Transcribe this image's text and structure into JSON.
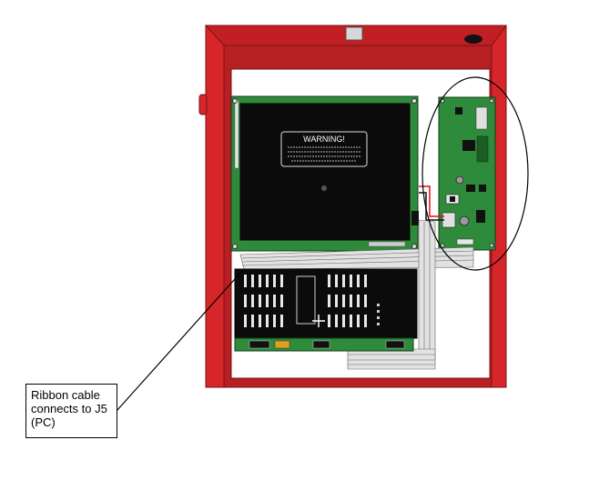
{
  "warning_label": {
    "title": "WARNING!"
  },
  "callout": {
    "text": "Ribbon cable connects to J5 (PC)"
  },
  "colors": {
    "cabinet_red": "#d7262a",
    "cabinet_dark_red": "#a91d22",
    "board_green": "#2f8b3c",
    "board_dark_green": "#1e6a2c",
    "panel_black": "#0b0b0b",
    "cable_gray": "#cfcfcf"
  },
  "icons": [
    "lock-icon",
    "hinge-icon",
    "oval-highlight"
  ]
}
